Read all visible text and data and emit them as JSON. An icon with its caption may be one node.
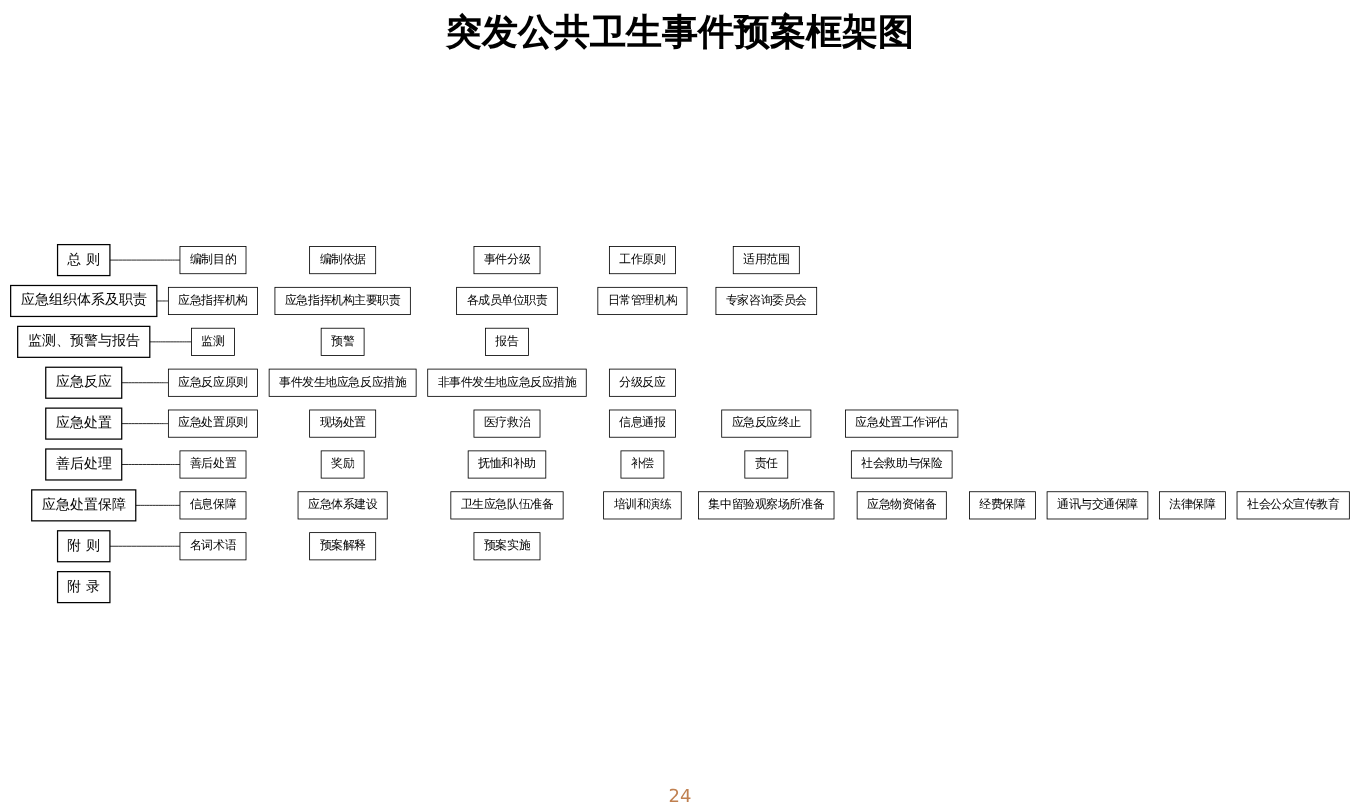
{
  "diagram": {
    "title": "突发公共卫生事件预案框架图",
    "nodes": [
      {
        "text": [
          "总 则"
        ]
      },
      {
        "text": [
          "编制目的"
        ]
      },
      {
        "text": [
          "编制依据"
        ]
      },
      {
        "text": [
          "事件分级"
        ]
      },
      {
        "text": [
          "工作原则"
        ]
      },
      {
        "text": [
          "适用范围"
        ]
      },
      {
        "text": [
          "应急组织体系及职责"
        ]
      },
      {
        "text": [
          "应急指挥机构"
        ]
      },
      {
        "text": [
          "应急指挥机构主要职责"
        ]
      },
      {
        "text": [
          "各成员单位职责"
        ]
      },
      {
        "text": [
          "日常管理机构"
        ]
      },
      {
        "text": [
          "专家咨询委员会"
        ]
      },
      {
        "text": [
          "监测、预警与报告"
        ]
      },
      {
        "text": [
          "监测"
        ]
      },
      {
        "text": [
          "预警"
        ]
      },
      {
        "text": [
          "报告"
        ]
      },
      {
        "text": [
          "应急反应"
        ]
      },
      {
        "text": [
          "应急反应原则"
        ]
      },
      {
        "text": [
          "事件发生地应急反应措施"
        ]
      },
      {
        "text": [
          "非事件发生地应急反应措施"
        ]
      },
      {
        "text": [
          "分级反应"
        ]
      },
      {
        "text": [
          "应急处置"
        ]
      },
      {
        "text": [
          "应急处置原则"
        ]
      },
      {
        "text": [
          "现场处置"
        ]
      },
      {
        "text": [
          "医疗救治"
        ]
      },
      {
        "text": [
          "信息通报"
        ]
      },
      {
        "text": [
          "应急反应终止"
        ]
      },
      {
        "text": [
          "应急处置工作评估"
        ]
      },
      {
        "text": [
          "善后处理"
        ]
      },
      {
        "text": [
          "善后处置"
        ]
      },
      {
        "text": [
          "奖励"
        ]
      },
      {
        "text": [
          "抚恤和补助"
        ]
      },
      {
        "text": [
          "补偿"
        ]
      },
      {
        "text": [
          "责任"
        ]
      },
      {
        "text": [
          "社会救助与保险"
        ]
      },
      {
        "text": [
          "应急处置保障"
        ]
      },
      {
        "text": [
          "信息保障"
        ]
      },
      {
        "text": [
          "应急体系建设"
        ]
      },
      {
        "text": [
          "卫生应急队伍准备"
        ]
      },
      {
        "text": [
          "培训和演练"
        ]
      },
      {
        "text": [
          "集中留验观察场所准备"
        ]
      },
      {
        "text": [
          "应急物资储备"
        ]
      },
      {
        "text": [
          "经费保障"
        ]
      },
      {
        "text": [
          "通讯与交通保障"
        ]
      },
      {
        "text": [
          "法律保障"
        ]
      },
      {
        "text": [
          "社会公众宣传教育"
        ]
      },
      {
        "text": [
          "附 则"
        ]
      },
      {
        "text": [
          "名词术语"
        ]
      },
      {
        "text": [
          "预案解释"
        ]
      },
      {
        "text": [
          "预案实施"
        ]
      },
      {
        "text": [
          "附 录"
        ]
      }
    ],
    "edges": [
      {
        "from": 0,
        "to": 1,
        "arrow": "none"
      },
      {
        "from": 6,
        "to": 7,
        "arrow": "none"
      },
      {
        "from": 12,
        "to": 13,
        "arrow": "none"
      },
      {
        "from": 16,
        "to": 17,
        "arrow": "none"
      },
      {
        "from": 21,
        "to": 22,
        "arrow": "none"
      },
      {
        "from": 28,
        "to": 29,
        "arrow": "none"
      },
      {
        "from": 35,
        "to": 36,
        "arrow": "none"
      },
      {
        "from": 46,
        "to": 47,
        "arrow": "none"
      }
    ],
    "labels": [
      "24"
    ]
  }
}
